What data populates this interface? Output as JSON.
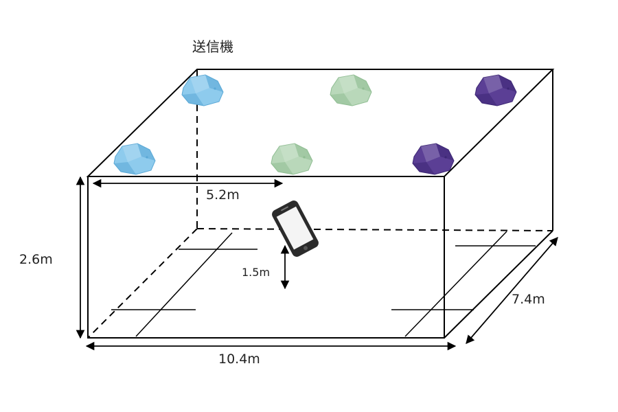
{
  "labels": {
    "transmitter": "送信機",
    "height": "2.6m",
    "half_width": "5.2m",
    "phone_height": "1.5m",
    "width": "10.4m",
    "depth": "7.4m"
  },
  "beacons": [
    {
      "color": "#8ecbed",
      "shade": "#5aa8d6"
    },
    {
      "color": "#b9d8ba",
      "shade": "#8fbd92"
    },
    {
      "color": "#5b3f95",
      "shade": "#3d2774"
    },
    {
      "color": "#8ecbed",
      "shade": "#5aa8d6"
    },
    {
      "color": "#b9d8ba",
      "shade": "#8fbd92"
    },
    {
      "color": "#5b3f95",
      "shade": "#3d2774"
    }
  ],
  "phone": {
    "body_color": "#2b2b2b",
    "screen_color": "#f4f4f4"
  }
}
